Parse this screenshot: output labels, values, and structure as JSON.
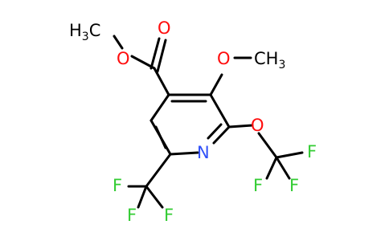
{
  "colors": {
    "bond": "#000000",
    "oxygen": "#ff0d0d",
    "nitrogen": "#3050f8",
    "fluorine": "#33cc33"
  },
  "atoms": {
    "methyl_ester": {
      "main": "H",
      "sub": "3",
      "tail": "C"
    },
    "ester_o": "O",
    "carbonyl_o": "O",
    "methoxy_o": "O",
    "methoxy_c": {
      "main": "CH",
      "sub": "3"
    },
    "ring_n": "N",
    "ocf3_o": "O",
    "f_ocf3_1": "F",
    "f_ocf3_2": "F",
    "f_ocf3_3": "F",
    "f_cf3_1": "F",
    "f_cf3_2": "F",
    "f_cf3_3": "F"
  }
}
